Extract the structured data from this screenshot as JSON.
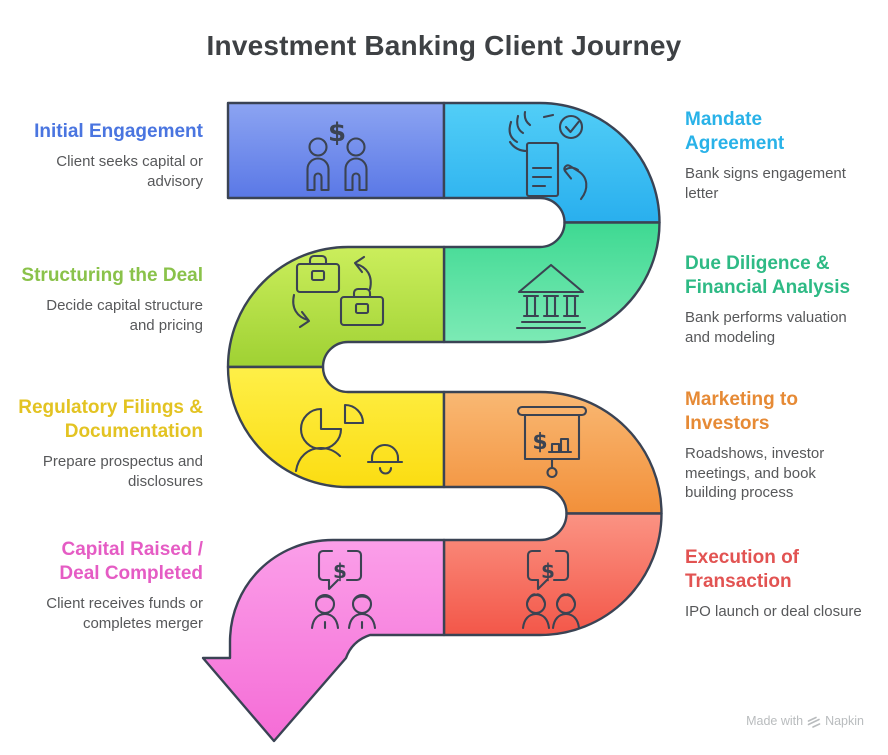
{
  "title": "Investment Banking Client Journey",
  "steps": [
    {
      "id": "initial-engagement",
      "position": "left-row-1",
      "heading": "Initial Engagement",
      "description": "Client seeks capital or advisory",
      "color": "#4a75e0",
      "segment_fill_top": "#8CA4F2",
      "segment_fill_bottom": "#5A78E6",
      "icon": "people-dollar-icon"
    },
    {
      "id": "mandate-agreement",
      "position": "right-row-1",
      "heading": "Mandate Agreement",
      "description": "Bank signs engagement letter",
      "color": "#29b2e8",
      "segment_fill_top": "#52CEF7",
      "segment_fill_bottom": "#29AFEE",
      "icon": "document-check-hands-icon"
    },
    {
      "id": "due-diligence",
      "position": "right-row-2",
      "heading": "Due Diligence & Financial Analysis",
      "description": "Bank performs valuation and modeling",
      "color": "#2eba85",
      "segment_fill_top": "#3ED992",
      "segment_fill_bottom": "#7CEAB5",
      "icon": "bank-building-icon"
    },
    {
      "id": "structuring-the-deal",
      "position": "left-row-2",
      "heading": "Structuring the Deal",
      "description": "Decide capital structure and pricing",
      "color": "#8ac24a",
      "segment_fill_top": "#CBEE5C",
      "segment_fill_bottom": "#9FD133",
      "icon": "briefcase-exchange-icon"
    },
    {
      "id": "regulatory-filings",
      "position": "left-row-3",
      "heading": "Regulatory Filings & Documentation",
      "description": "Prepare prospectus and disclosures",
      "color": "#e3c322",
      "segment_fill_top": "#FEEF48",
      "segment_fill_bottom": "#FBDD12",
      "icon": "pie-person-bell-icon"
    },
    {
      "id": "marketing-to-investors",
      "position": "right-row-3",
      "heading": "Marketing to Investors",
      "description": "Roadshows, investor meetings, and book building process",
      "color": "#e68a35",
      "segment_fill_top": "#F9B873",
      "segment_fill_bottom": "#F2903A",
      "icon": "presentation-dollar-chart-icon"
    },
    {
      "id": "execution-of-transaction",
      "position": "right-row-4",
      "heading": "Execution of Transaction",
      "description": "IPO launch or deal closure",
      "color": "#e25352",
      "segment_fill_top": "#FB9383",
      "segment_fill_bottom": "#F35749",
      "icon": "chat-dollar-women-icon"
    },
    {
      "id": "capital-raised",
      "position": "left-row-4",
      "heading": "Capital Raised / Deal Completed",
      "description": "Client receives funds or completes merger",
      "color": "#e55cc4",
      "segment_fill_top": "#FB9FE9",
      "segment_fill_bottom": "#F56CD6",
      "icon": "chat-dollar-men-icon"
    }
  ],
  "colors": {
    "outline": "#3A4354",
    "title_text": "#3e4144",
    "description_text": "#57585a",
    "watermark_text": "#b9bcbe"
  },
  "watermark": {
    "text_prefix": "Made with",
    "brand": "Napkin"
  }
}
